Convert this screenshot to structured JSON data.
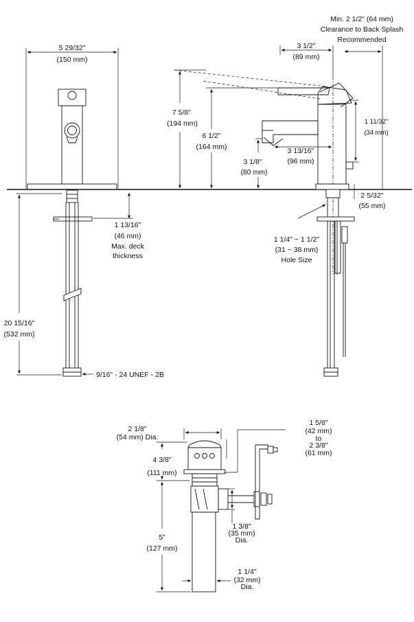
{
  "top_left": {
    "width": [
      "5 29/32\"",
      "(150 mm)"
    ],
    "deck": [
      "1 13/16\"",
      "(46 mm)",
      "Max. deck",
      "thickness"
    ],
    "supply_length": [
      "20 15/16\"",
      "(532 mm)"
    ],
    "thread": "9/16\" - 24 UNEF - 2B"
  },
  "top_right": {
    "clearance": [
      "Min. 2 1/2\" (64 mm)",
      "Clearance to Back Splash",
      "Recommended"
    ],
    "reach_total": [
      "3 1/2\"",
      "(89 mm)"
    ],
    "height_handle": [
      "7 5/8\"",
      "(194 mm)"
    ],
    "height_body": [
      "6 1/2\"",
      "(164 mm)"
    ],
    "spout_height": [
      "3 1/8\"",
      "(80 mm)"
    ],
    "spout_reach": [
      "3 13/16\"",
      "(96 mm)"
    ],
    "lever": [
      "1 11/32\"",
      "(34 mm)"
    ],
    "base": [
      "2 5/32\"",
      "(55 mm)"
    ],
    "hole": [
      "1 1/4\" ~ 1 1/2\"",
      "(31 ~ 38 mm)",
      "Hole Size"
    ]
  },
  "drain": {
    "cap_dia": [
      "2 1/8\"",
      "(54 mm) Dia."
    ],
    "flange_range": [
      "1 5/8\"",
      "(42 mm)",
      "to",
      "2 3/8\"",
      "(61 mm)"
    ],
    "body_height": [
      "4 3/8\"",
      "(111 mm)"
    ],
    "outlet_dia": [
      "1 3/8\"",
      "(35 mm)",
      "Dia."
    ],
    "tail_length": [
      "5\"",
      "(127 mm)"
    ],
    "tail_dia": [
      "1 1/4\"",
      "(32 mm)",
      "Dia."
    ]
  }
}
